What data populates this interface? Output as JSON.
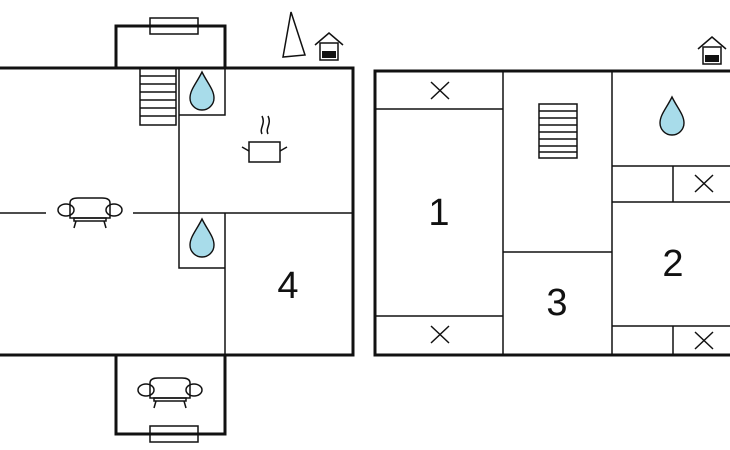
{
  "rooms": {
    "room_1": "1",
    "room_2": "2",
    "room_3": "3",
    "room_4": "4"
  },
  "icons": [
    "north-arrow",
    "house",
    "stairs",
    "water-drop",
    "cooking-pot",
    "sofa",
    "bed-cross"
  ],
  "colors": {
    "water": "#a8dcea",
    "line": "#111111",
    "background": "#ffffff"
  }
}
